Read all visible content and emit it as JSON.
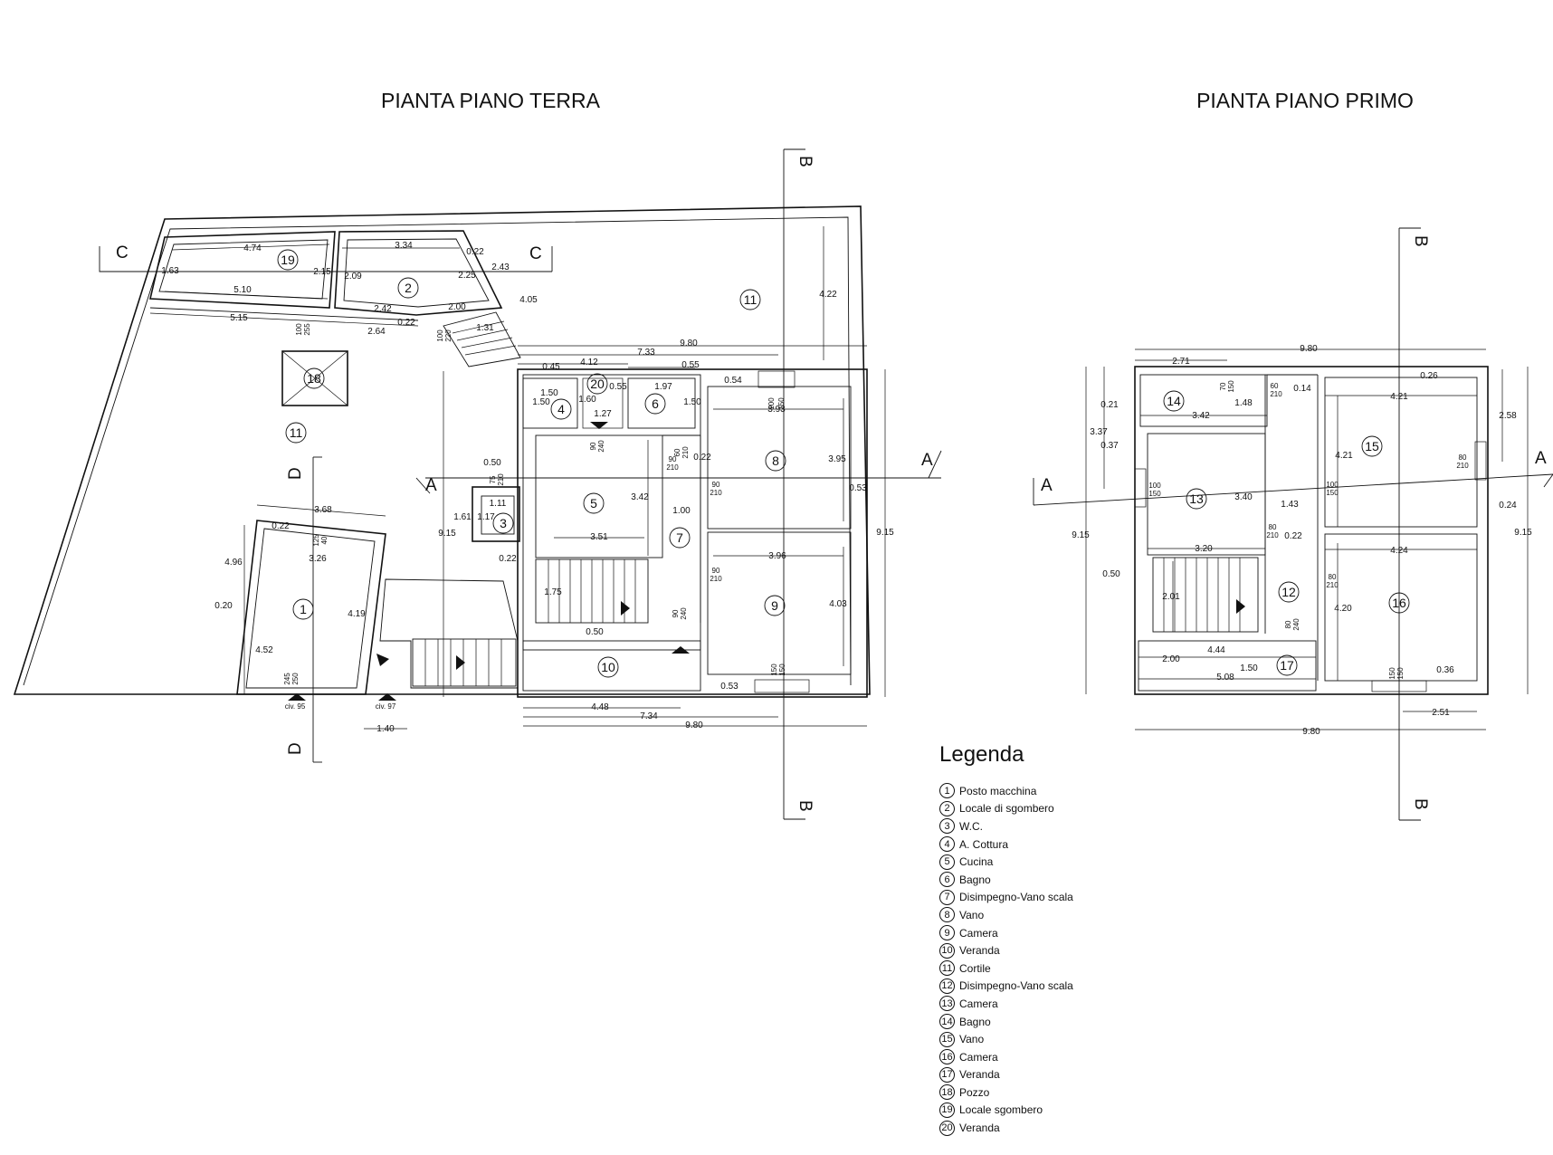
{
  "titles": {
    "ground": "PIANTA PIANO TERRA",
    "first": "PIANTA PIANO PRIMO"
  },
  "section_marks": {
    "a": "A",
    "b": "B",
    "c": "C",
    "d": "D"
  },
  "ground": {
    "rooms": {
      "r1": "1",
      "r2": "2",
      "r3": "3",
      "r4": "4",
      "r5": "5",
      "r6": "6",
      "r7": "7",
      "r8": "8",
      "r9": "9",
      "r10": "10",
      "r11a": "11",
      "r11b": "11",
      "r18": "18",
      "r19": "19",
      "r20": "20"
    },
    "dims": {
      "d474": "4.74",
      "d334": "3.34",
      "d022a": "0.22",
      "d163": "1.63",
      "d215": "2.15",
      "d209": "2.09",
      "d225": "2.25",
      "d243": "2.43",
      "d510": "5.10",
      "d242": "2.42",
      "d200a": "2.00",
      "d515": "5.15",
      "d022b": "0.22",
      "d264": "2.64",
      "d131": "1.31",
      "d405": "4.05",
      "d422": "4.22",
      "d980a": "9.80",
      "d733": "7.33",
      "d412": "4.12",
      "d045": "0.45",
      "d055a": "0.55",
      "d055b": "0.55",
      "d197": "1.97",
      "d054": "0.54",
      "d150a": "1.50",
      "d150b": "1.50",
      "d160": "1.60",
      "d127": "1.27",
      "d150c": "1.50",
      "d393": "3.93",
      "d050a": "0.50",
      "d022c": "0.22",
      "d395": "3.95",
      "d053a": "0.53",
      "d342": "3.42",
      "d111": "1.11",
      "d161": "1.61",
      "d117": "1.17",
      "d100": "1.00",
      "d915a": "9.15",
      "d915b": "9.15",
      "d351": "3.51",
      "d022d": "0.22",
      "d396": "3.96",
      "d368": "3.68",
      "d022e": "0.22",
      "d326": "3.26",
      "d496": "4.96",
      "d020": "0.20",
      "d419": "4.19",
      "d175": "1.75",
      "d403": "4.03",
      "d452": "4.52",
      "d050b": "0.50",
      "d053b": "0.53",
      "d448": "4.48",
      "d734": "7.34",
      "d980b": "9.80",
      "d140": "1.40"
    },
    "openings": {
      "o1a": "100",
      "o1b": "255",
      "o2a": "100",
      "o2b": "220",
      "o3a": "100",
      "o3b": "150",
      "o4a": "90",
      "o4b": "240",
      "o5a": "60",
      "o5b": "210",
      "o6a": "90",
      "o6b": "210",
      "o7a": "90",
      "o7b": "210",
      "o8a": "75",
      "o8b": "210",
      "o9a": "125",
      "o9b": "40",
      "o10a": "90",
      "o10b": "210",
      "o11a": "90",
      "o11b": "240",
      "o12a": "245",
      "o12b": "250",
      "o13a": "150",
      "o13b": "150"
    },
    "civ": {
      "c95": "civ. 95",
      "c97": "civ. 97"
    }
  },
  "first": {
    "rooms": {
      "r12": "12",
      "r13": "13",
      "r14": "14",
      "r15": "15",
      "r16": "16",
      "r17": "17"
    },
    "dims": {
      "d980a": "9.80",
      "d271": "2.71",
      "d014": "0.14",
      "d026": "0.26",
      "d021": "0.21",
      "d148": "1.48",
      "d421": "4.21",
      "d342": "3.42",
      "d258": "2.58",
      "d337": "3.37",
      "d037": "0.37",
      "d421b": "4.21",
      "d915a": "9.15",
      "d915b": "9.15",
      "d340": "3.40",
      "d143": "1.43",
      "d024": "0.24",
      "d022": "0.22",
      "d320": "3.20",
      "d424": "4.24",
      "d050": "0.50",
      "d201": "2.01",
      "d420": "4.20",
      "d444": "4.44",
      "d200": "2.00",
      "d150": "1.50",
      "d036": "0.36",
      "d508": "5.08",
      "d251": "2.51",
      "d980b": "9.80"
    },
    "openings": {
      "o1a": "70",
      "o1b": "150",
      "o2a": "60",
      "o2b": "210",
      "o3a": "100",
      "o3b": "150",
      "o4a": "80",
      "o4b": "210",
      "o5a": "100",
      "o5b": "150",
      "o6a": "80",
      "o6b": "210",
      "o7a": "80",
      "o7b": "210",
      "o8a": "80",
      "o8b": "240",
      "o9a": "150",
      "o9b": "150"
    }
  },
  "legend": {
    "title": "Legenda",
    "items": [
      {
        "num": "1",
        "label": "Posto macchina"
      },
      {
        "num": "2",
        "label": "Locale di sgombero"
      },
      {
        "num": "3",
        "label": "W.C."
      },
      {
        "num": "4",
        "label": "A. Cottura"
      },
      {
        "num": "5",
        "label": "Cucina"
      },
      {
        "num": "6",
        "label": "Bagno"
      },
      {
        "num": "7",
        "label": "Disimpegno-Vano scala"
      },
      {
        "num": "8",
        "label": "Vano"
      },
      {
        "num": "9",
        "label": "Camera"
      },
      {
        "num": "10",
        "label": "Veranda"
      },
      {
        "num": "11",
        "label": "Cortile"
      },
      {
        "num": "12",
        "label": "Disimpegno-Vano scala"
      },
      {
        "num": "13",
        "label": "Camera"
      },
      {
        "num": "14",
        "label": "Bagno"
      },
      {
        "num": "15",
        "label": "Vano"
      },
      {
        "num": "16",
        "label": "Camera"
      },
      {
        "num": "17",
        "label": "Veranda"
      },
      {
        "num": "18",
        "label": "Pozzo"
      },
      {
        "num": "19",
        "label": "Locale sgombero"
      },
      {
        "num": "20",
        "label": "Veranda"
      }
    ]
  }
}
